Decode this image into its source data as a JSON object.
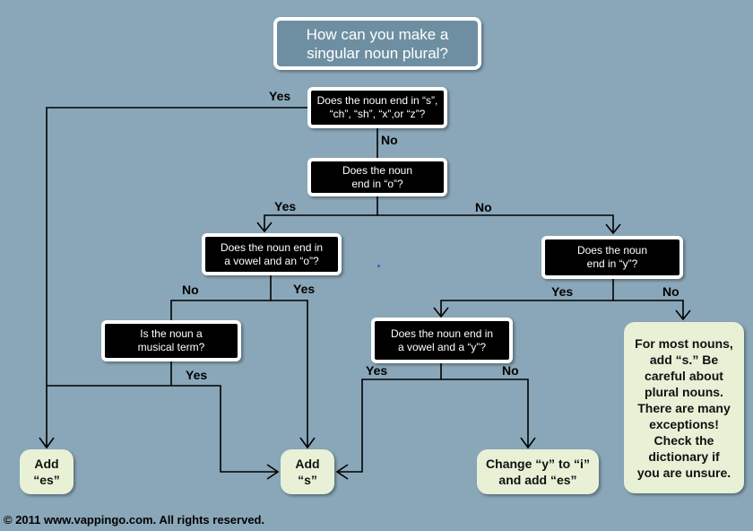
{
  "title": "How can you make a\nsingular noun plural?",
  "questions": {
    "q1": "Does the noun end in “s”,\n“ch”, “sh”, “x”,or “z”?",
    "q2": "Does the noun\nend in “o”?",
    "q3": "Does the noun end in\na vowel and an “o”?",
    "q4": "Does the noun\nend in “y”?",
    "q5": "Is the noun a\nmusical term?",
    "q6": "Does the noun end in\na vowel and a “y”?"
  },
  "answers": {
    "add_es": "Add\n“es”",
    "add_s": "Add\n“s”",
    "change_y": "Change “y” to “i”\nand add “es”",
    "most_nouns": "For most nouns,\nadd “s.” Be\ncareful about\nplural nouns.\nThere are many\nexceptions!\nCheck the\ndictionary if\nyou are unsure."
  },
  "labels": {
    "q1_yes": "Yes",
    "q1_no": "No",
    "q2_yes": "Yes",
    "q2_no": "No",
    "q3_no": "No",
    "q3_yes": "Yes",
    "q4_yes": "Yes",
    "q4_no": "No",
    "q5_yes": "Yes",
    "q6_yes": "Yes",
    "q6_no": "No"
  },
  "copyright": "© 2011 www.vappingo.com. All rights reserved.",
  "colors": {
    "background": "#8aa7b9",
    "question_box": "#000000",
    "answer_box": "#e8f1d6",
    "title_box": "#6e8fa2"
  }
}
